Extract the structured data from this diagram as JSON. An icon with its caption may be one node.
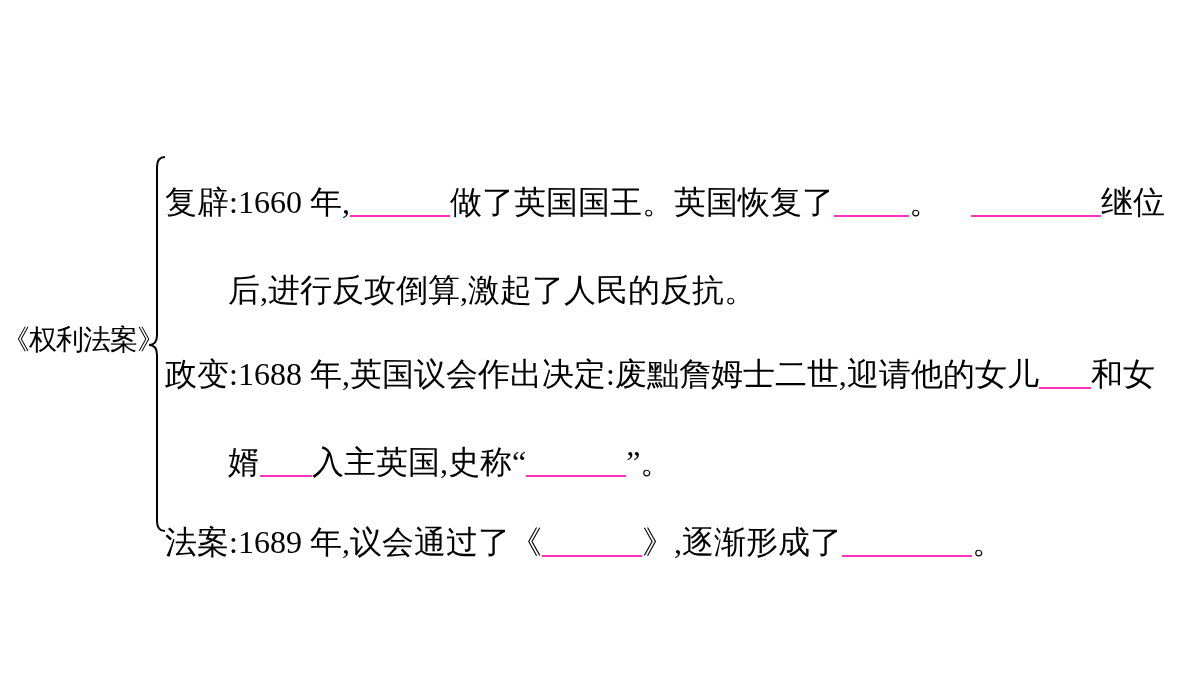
{
  "diagram": {
    "labels": [
      "《权利法案》",
      "复辟:1660 年,",
      "做了英国国王。英国恢复了",
      "。",
      "继位后,进行反攻倒算,激起了人民的反抗。",
      "政变:1688 年,英国议会作出决定:废黜詹姆士二世,迎请他的女儿",
      "和女婿",
      "入主英国,史称“",
      "”。",
      "法案:1689 年,议会通过了《",
      "》,逐渐形成了",
      "。"
    ]
  }
}
